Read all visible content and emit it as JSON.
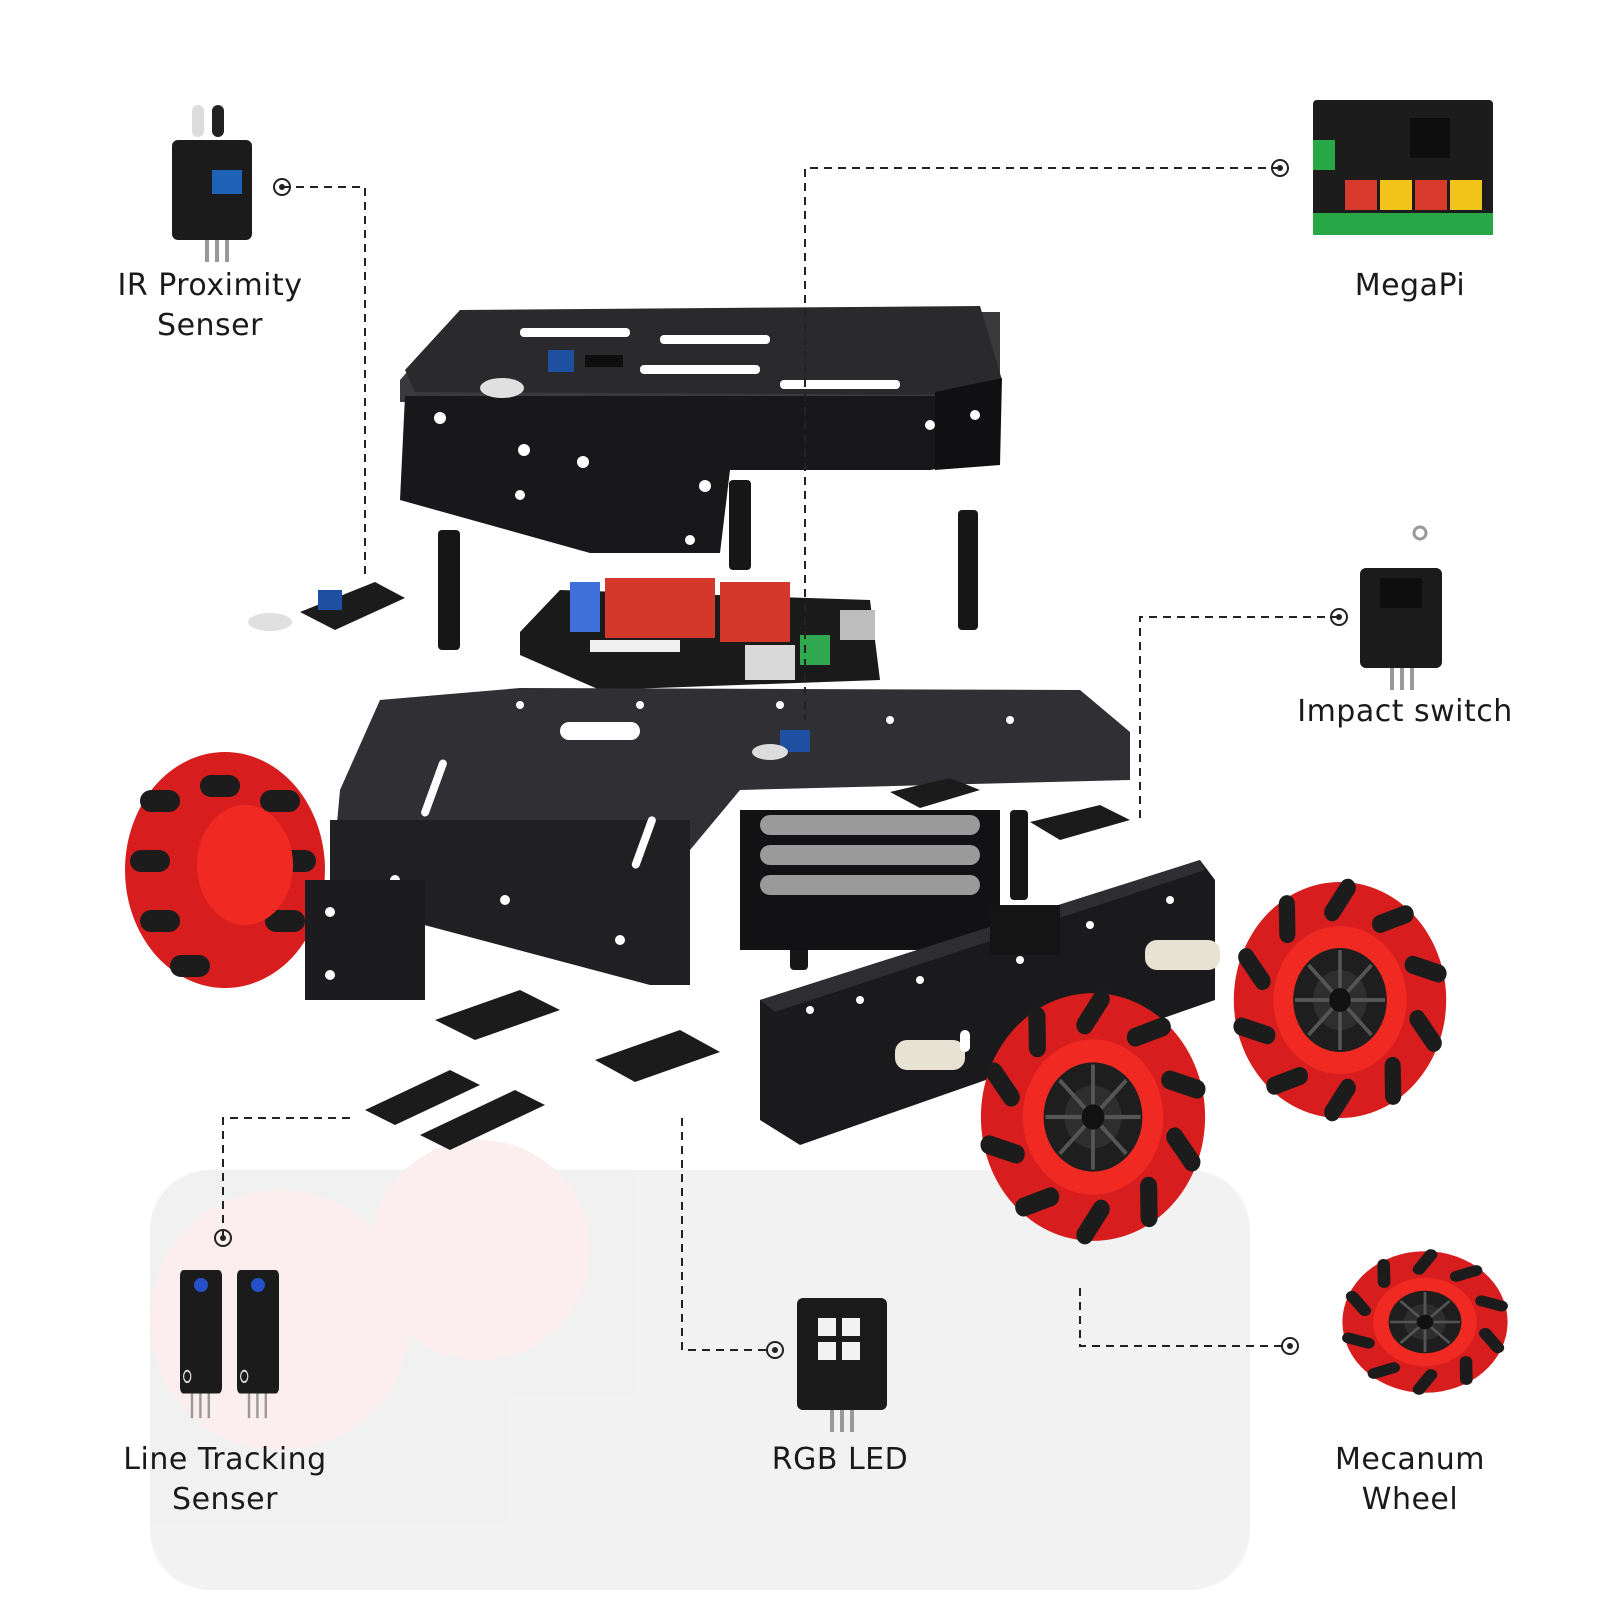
{
  "labels": {
    "ir_proximity": [
      "IR Proximity",
      "Senser"
    ],
    "megapi": [
      "MegaPi"
    ],
    "impact_switch": [
      "Impact switch"
    ],
    "line_tracking": [
      "Line Tracking",
      "Senser"
    ],
    "rgb_led": [
      "RGB LED"
    ],
    "mecanum_wheel": [
      "Mecanum",
      "Wheel"
    ]
  },
  "colors": {
    "chassis": "#2b2b2d",
    "chassis_edge": "#111113",
    "wheel_red": "#e21e1e",
    "wheel_dark": "#1c1c1c",
    "pcb_red": "#d73a2a",
    "pcb_yellow": "#f2c31a",
    "pcb_green": "#27a745",
    "label_text": "#1a1a1a",
    "leader_line": "#222222"
  }
}
